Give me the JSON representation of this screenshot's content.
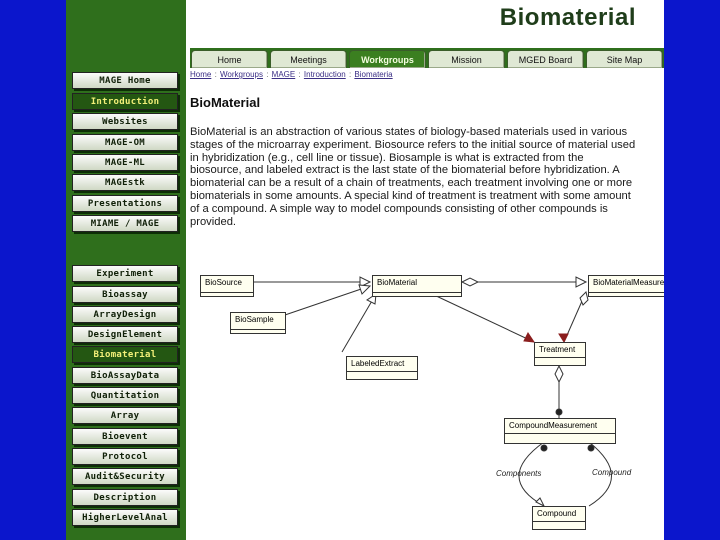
{
  "page": {
    "title": "Biomaterial"
  },
  "topnav": {
    "tabs": [
      {
        "label": "Home"
      },
      {
        "label": "Meetings"
      },
      {
        "label": "Workgroups",
        "active": true
      },
      {
        "label": "Mission"
      },
      {
        "label": "MGED Board"
      },
      {
        "label": "Site Map"
      }
    ]
  },
  "breadcrumb": [
    "Home",
    "Workgroups",
    "MAGE",
    "Introduction",
    "Biomateria"
  ],
  "sidebar": {
    "group1": [
      "MAGE Home",
      "Introduction",
      "Websites",
      "MAGE-OM",
      "MAGE-ML",
      "MAGEstk",
      "Presentations",
      "MIAME / MAGE"
    ],
    "group2": [
      "Experiment",
      "Bioassay",
      "ArrayDesign",
      "DesignElement",
      "Biomaterial",
      "BioAssayData",
      "Quantitation",
      "Array",
      "Bioevent",
      "Protocol",
      "Audit&Security",
      "Description",
      "HigherLevelAnal"
    ]
  },
  "content": {
    "heading": "BioMaterial",
    "body": "BioMaterial is an abstraction of various states of biology-based materials used in various stages of the microarray experiment. Biosource refers to the initial source of material used in hybridization (e.g., cell line or tissue). Biosample is what is extracted from the biosource, and labeled extract is the last state of the biomaterial before hybridization. A biomaterial can be a result of a chain of treatments, each treatment involving one or more biomaterials in some amounts. A special kind of treatment is treatment with some amount of a compound. A simple way to model compounds consisting of other compounds is provided."
  },
  "diagram": {
    "classes": {
      "biosource": "BioSource",
      "biomaterial": "BioMaterial",
      "measurement": "BioMaterialMeasurement",
      "biosample": "BioSample",
      "treatment": "Treatment",
      "labeled_extract": "LabeledExtract",
      "compound_measurement": "CompoundMeasurement",
      "compound": "Compound"
    },
    "labels": {
      "components": "Components",
      "compound": "Compound"
    }
  },
  "colors": {
    "background": "#0b16cc",
    "sidebar": "#2f6f1c",
    "active_nav": "#245712",
    "active_nav_text": "#f3f079"
  }
}
